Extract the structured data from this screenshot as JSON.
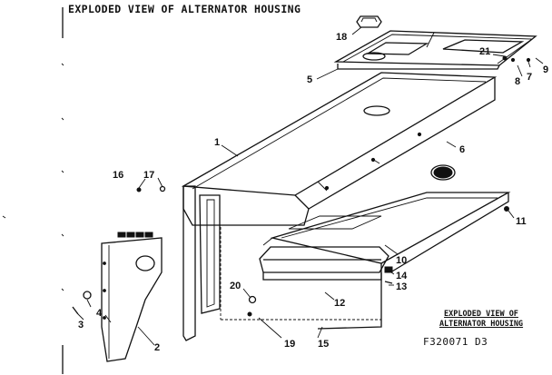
{
  "diagram": {
    "title": "EXPLODED VIEW OF ALTERNATOR HOUSING",
    "caption_line1": "EXPLODED VIEW OF",
    "caption_line2": "ALTERNATOR HOUSING",
    "drawing_code": "F320071 D3",
    "callouts": {
      "c1": "1",
      "c2": "2",
      "c3": "3",
      "c4": "4",
      "c5": "5",
      "c6": "6",
      "c7": "7",
      "c8": "8",
      "c9": "9",
      "c10": "10",
      "c11": "11",
      "c12": "12",
      "c13": "13",
      "c14": "14",
      "c15": "15",
      "c16": "16",
      "c17": "17",
      "c18": "18",
      "c19": "19",
      "c20": "20",
      "c21": "21"
    }
  }
}
